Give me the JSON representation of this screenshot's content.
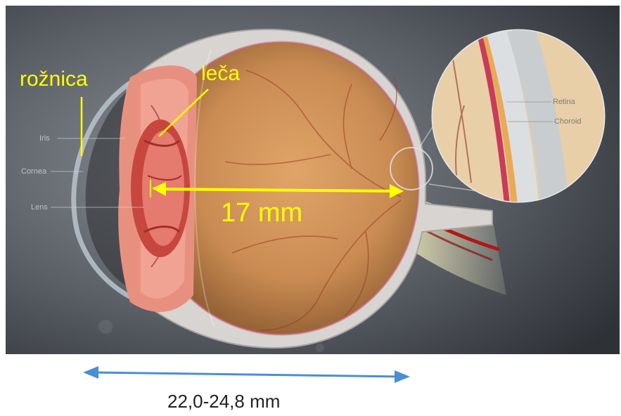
{
  "labels": {
    "cornea_hr": "rožnica",
    "lens_hr": "leča",
    "inner_length": "17 mm",
    "total_length": "22,0-24,8 mm",
    "iris": "Iris",
    "cornea": "Cornea",
    "lens": "Lens",
    "retina": "Retina",
    "choroid": "Choroid"
  },
  "colors": {
    "annotation": "#ffff00",
    "arrow_bottom": "#4a8fd4",
    "background_dark": "#3e4247",
    "globe": "#c98b52"
  }
}
